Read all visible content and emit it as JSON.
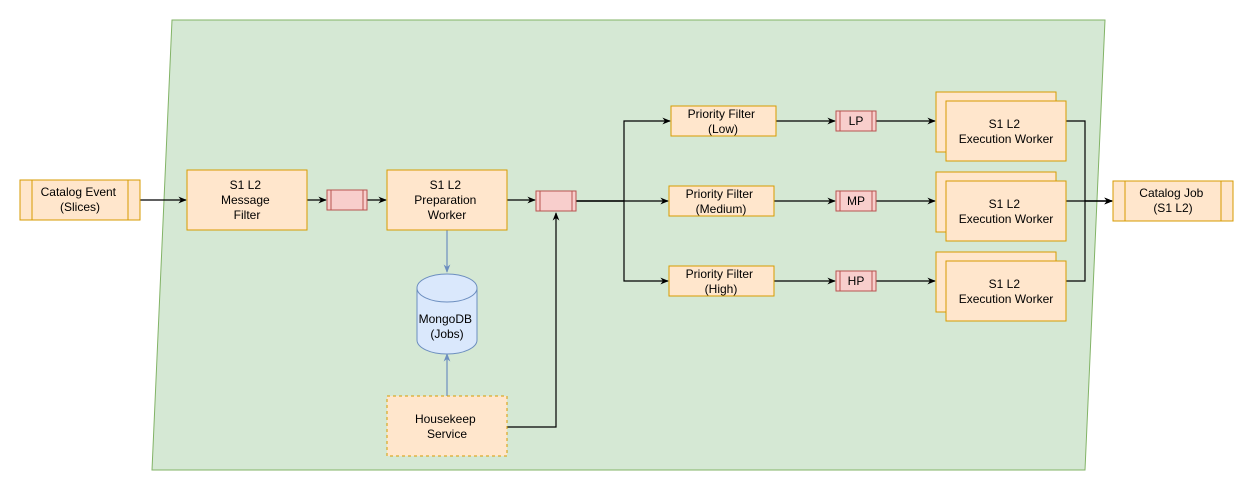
{
  "colors": {
    "area_fill": "#d5e8d4",
    "area_stroke": "#82b366",
    "box_fill": "#ffe6cc",
    "box_stroke": "#d79b00",
    "queue_fill": "#f8cecc",
    "queue_stroke": "#b85450",
    "db_fill": "#dae8fc",
    "db_stroke": "#6c8ebf",
    "edge": "#000000",
    "db_edge": "#6c8ebf"
  },
  "nodes": {
    "catalog_event": {
      "lines": [
        "Catalog Event",
        "(Slices)"
      ]
    },
    "message_filter": {
      "lines": [
        "S1 L2",
        "Message",
        "Filter"
      ]
    },
    "preparation_worker": {
      "lines": [
        "S1 L2",
        "Preparation",
        "Worker"
      ]
    },
    "mongodb": {
      "lines": [
        "MongoDB",
        "(Jobs)"
      ]
    },
    "housekeep": {
      "lines": [
        "Housekeep",
        "Service"
      ]
    },
    "pf_low": {
      "lines": [
        "Priority Filter",
        "(Low)"
      ]
    },
    "pf_medium": {
      "lines": [
        "Priority Filter",
        "(Medium)"
      ]
    },
    "pf_high": {
      "lines": [
        "Priority Filter",
        "(High)"
      ]
    },
    "queue_lp": {
      "label": "LP"
    },
    "queue_mp": {
      "label": "MP"
    },
    "queue_hp": {
      "label": "HP"
    },
    "exec_low": {
      "lines": [
        "S1 L2",
        "Execution Worker"
      ]
    },
    "exec_medium": {
      "lines": [
        "S1 L2",
        "Execution Worker"
      ]
    },
    "exec_high": {
      "lines": [
        "S1 L2",
        "Execution Worker"
      ]
    },
    "catalog_job": {
      "lines": [
        "Catalog Job",
        "(S1 L2)"
      ]
    }
  }
}
